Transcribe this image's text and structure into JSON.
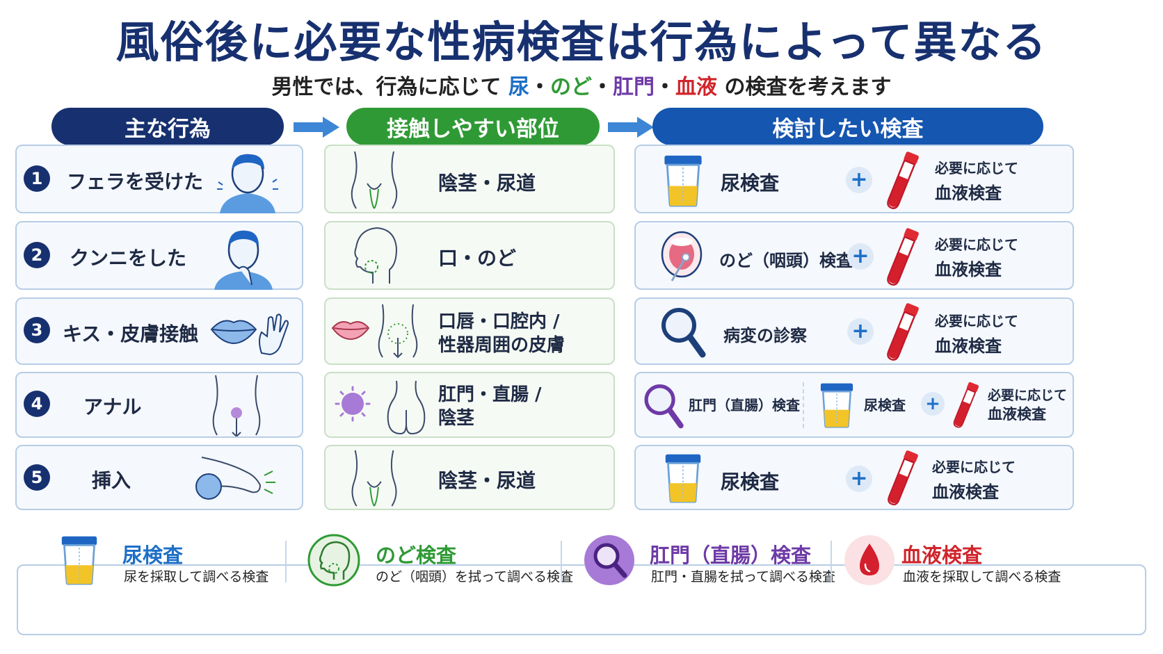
{
  "title": "風俗後に必要な性病検査は行為によって異なる",
  "subtitle": {
    "prefix": "男性では、行為に応じて",
    "urine": "尿",
    "throat": "のど",
    "anus": "肛門",
    "blood": "血液",
    "dot": "・",
    "suffix": "の検査を考えます"
  },
  "headers": {
    "acts": "主な行為",
    "sites": "接触しやすい部位",
    "tests": "検討したい検査"
  },
  "rows": [
    {
      "num": "1",
      "act": "フェラを受けた",
      "site1": "陰茎・尿道",
      "test": "尿検査",
      "blood1": "必要に応じて",
      "blood2": "血液検査"
    },
    {
      "num": "2",
      "act": "クンニをした",
      "site1": "口・のど",
      "test": "のど（咽頭）検査",
      "blood1": "必要に応じて",
      "blood2": "血液検査"
    },
    {
      "num": "3",
      "act": "キス・皮膚接触",
      "site1": "口唇・口腔内 /",
      "site2": "性器周囲の皮膚",
      "test": "病変の診察",
      "blood1": "必要に応じて",
      "blood2": "血液検査"
    },
    {
      "num": "4",
      "act": "アナル",
      "site1": "肛門・直腸 /",
      "site2": "陰茎",
      "test": "肛門（直腸）検査",
      "test2": "尿検査",
      "blood1": "必要に応じて",
      "blood2": "血液検査"
    },
    {
      "num": "5",
      "act": "挿入",
      "site1": "陰茎・尿道",
      "test": "尿検査",
      "blood1": "必要に応じて",
      "blood2": "血液検査"
    }
  ],
  "plus": "+",
  "legend": [
    {
      "title": "尿検査",
      "desc": "尿を採取して調べる検査"
    },
    {
      "title": "のど検査",
      "desc": "のど（咽頭）を拭って調べる検査"
    },
    {
      "title": "肛門（直腸）検査",
      "desc": "肛門・直腸を拭って調べる検査"
    },
    {
      "title": "血液検査",
      "desc": "血液を採取して調べる検査"
    }
  ],
  "colors": {
    "navy": "#17306f",
    "green": "#2f9a35",
    "blue": "#1d6fc7",
    "purple": "#6e3aa7",
    "red": "#d0252c",
    "urine_yellow": "#f2c428"
  }
}
